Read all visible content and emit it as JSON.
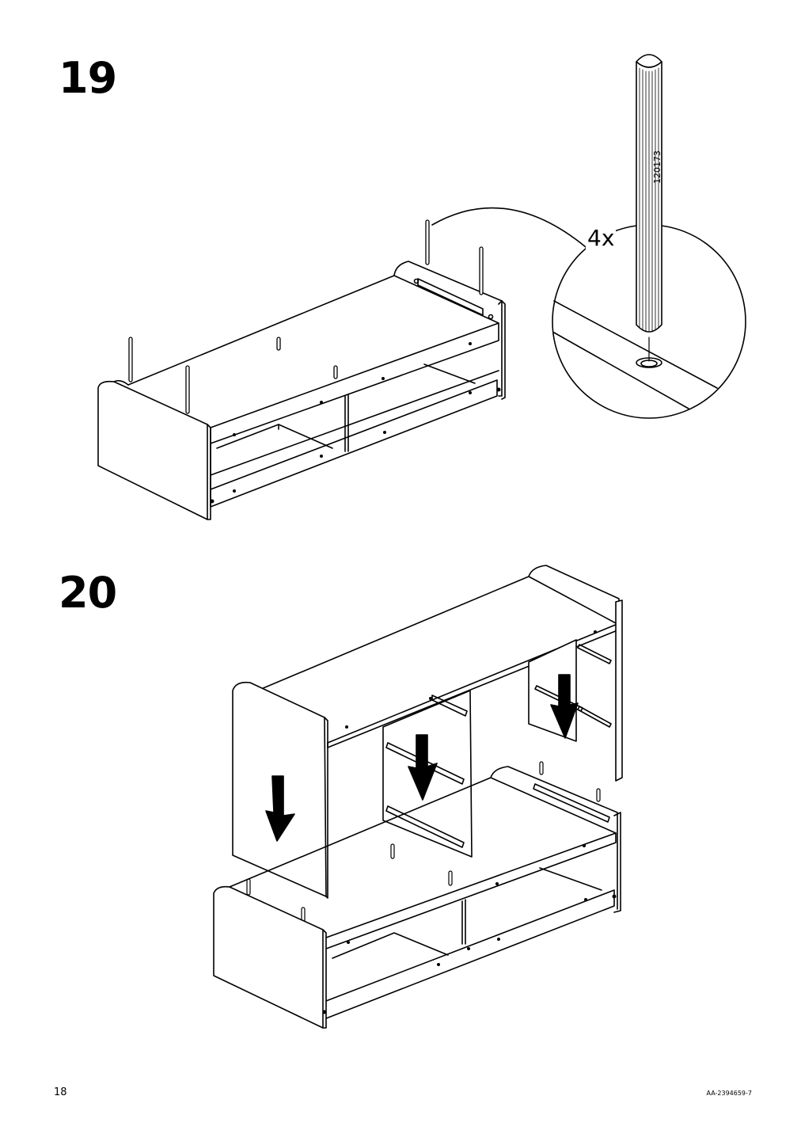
{
  "step_19": {
    "number": "19",
    "detail_quantity": "4x",
    "part_number": "120173"
  },
  "step_20": {
    "number": "20"
  },
  "footer": {
    "page_number": "18",
    "document_code": "AA-2394659-7"
  }
}
